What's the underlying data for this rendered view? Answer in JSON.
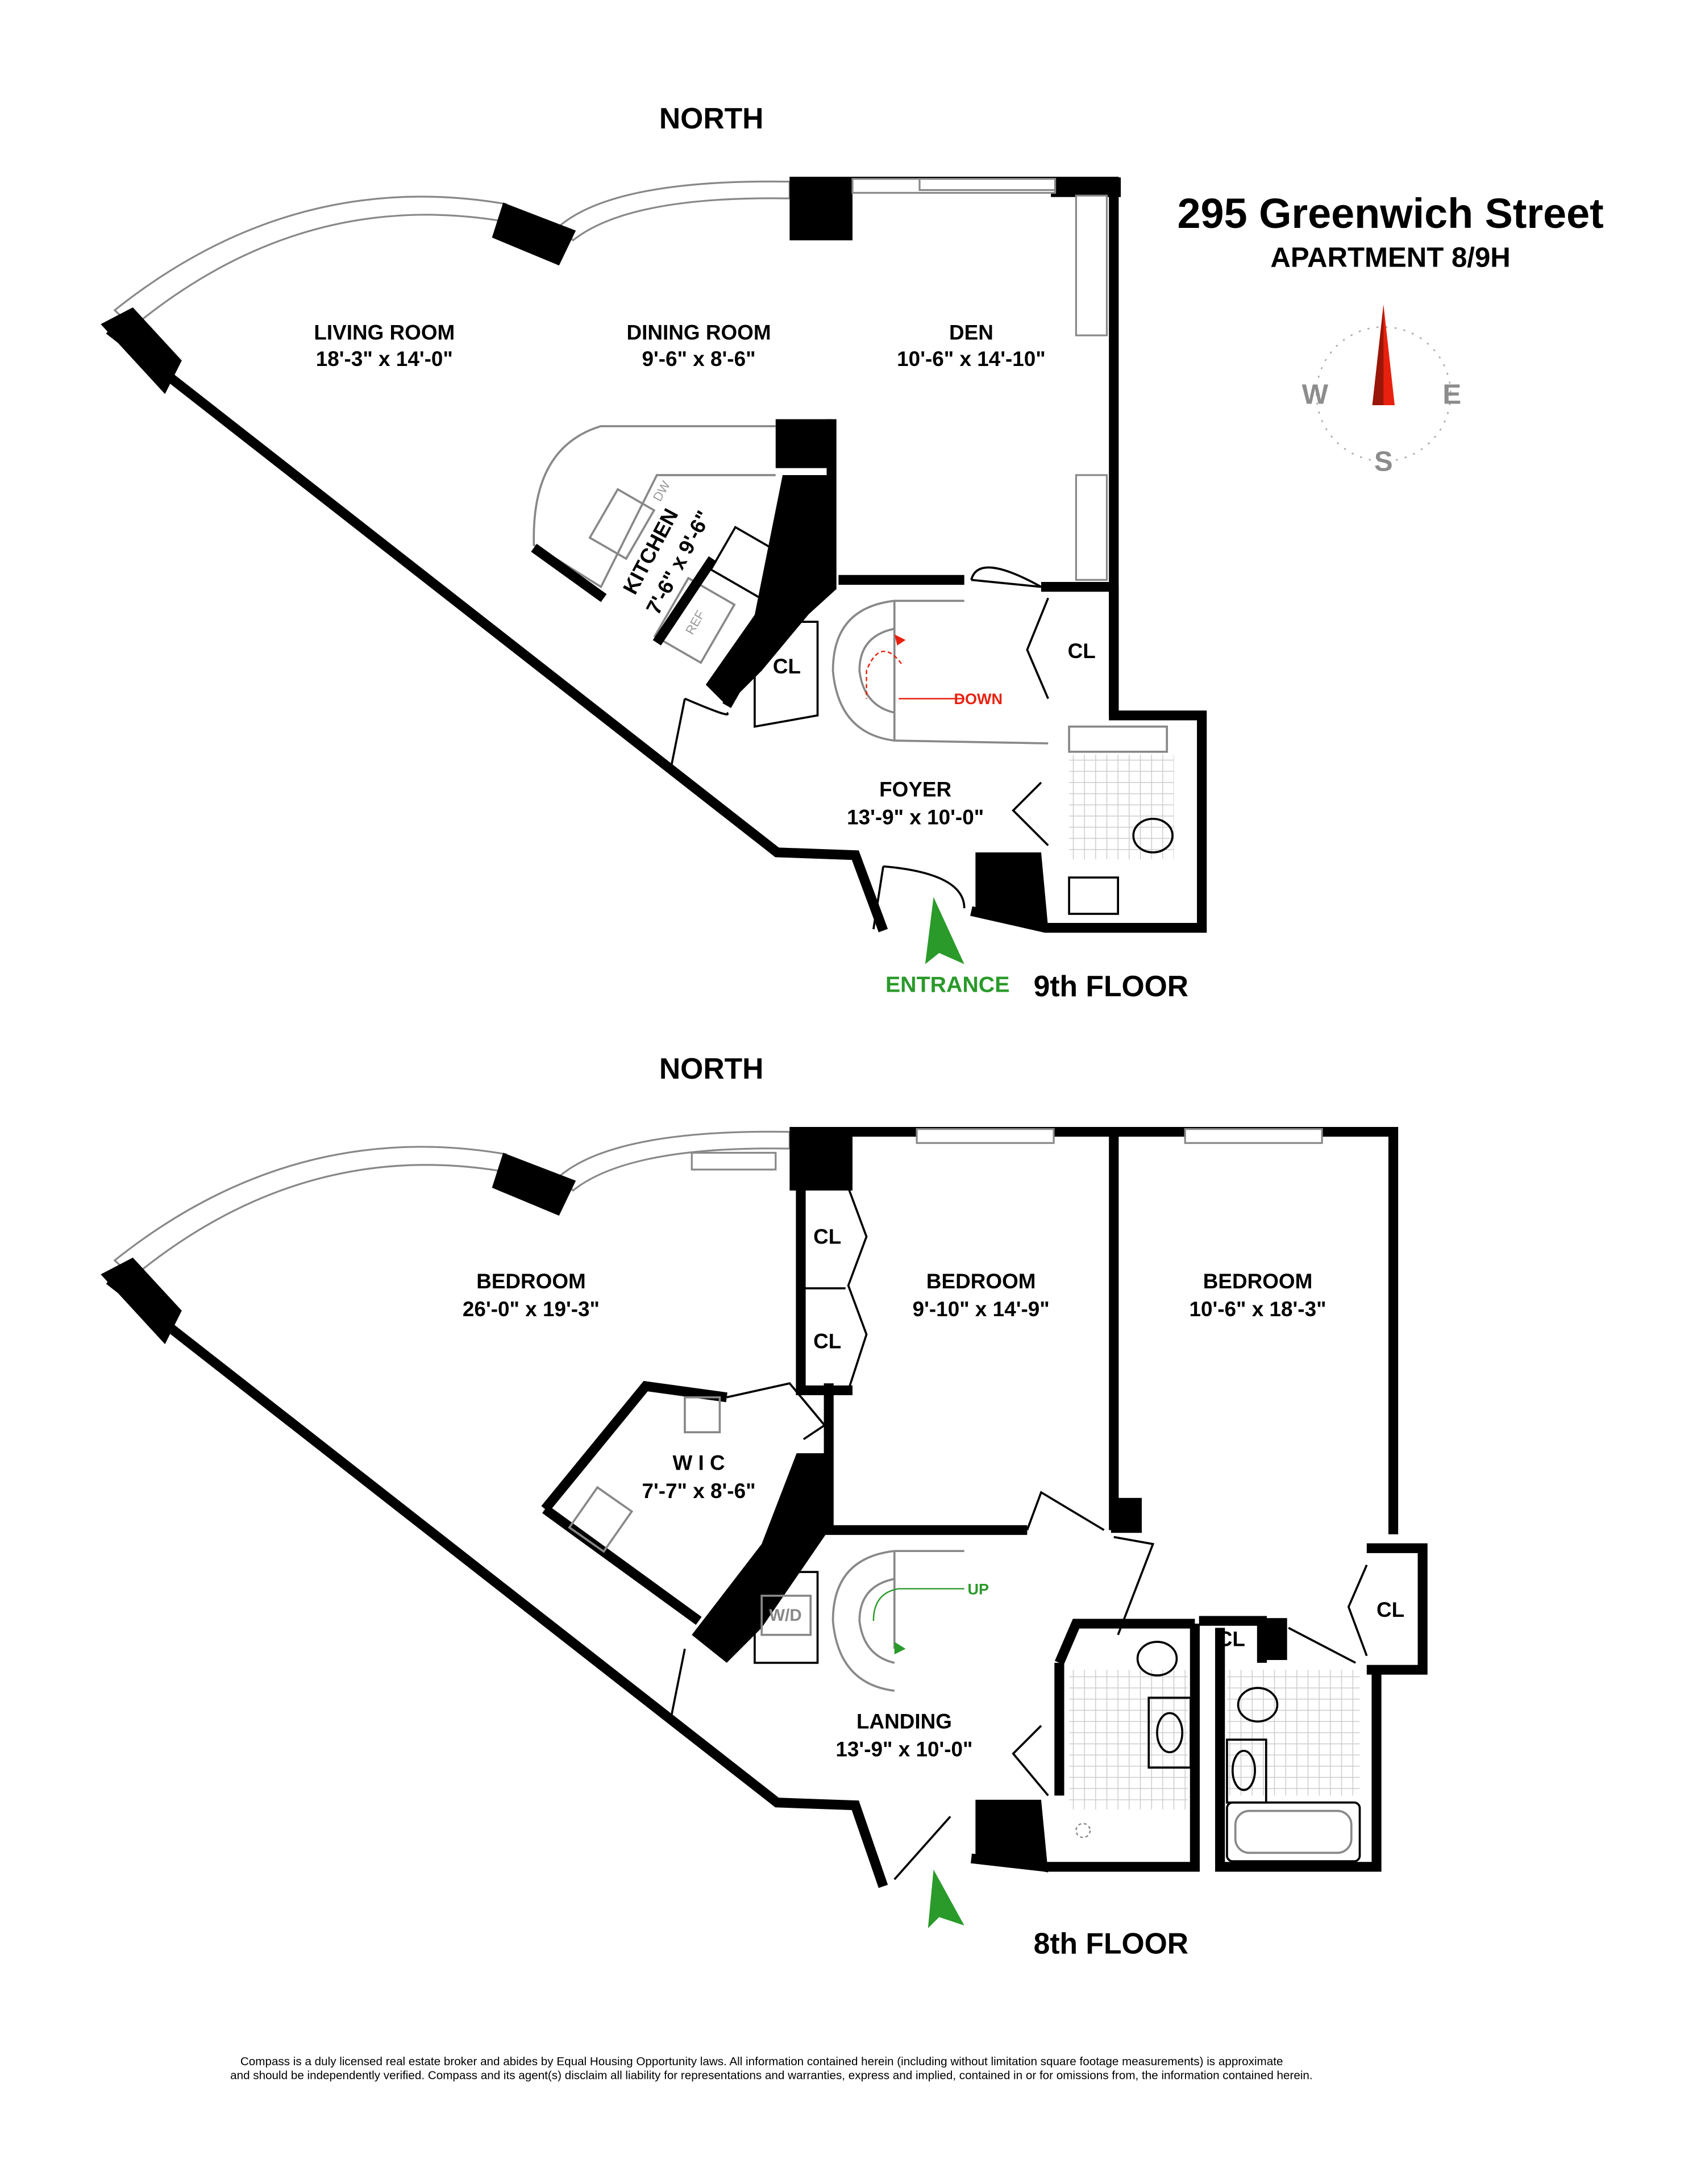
{
  "title": {
    "address": "295 Greenwich Street",
    "apartment": "APARTMENT 8/9H"
  },
  "compass": {
    "labels": {
      "w": "W",
      "e": "E",
      "s": "S"
    },
    "needle_color": "#e8210f",
    "label_color": "#8c8c8c"
  },
  "floor9": {
    "north": "NORTH",
    "floor_label": "9th FLOOR",
    "entrance": "ENTRANCE",
    "entrance_color": "#2a9a2a",
    "rooms": {
      "living": {
        "name": "LIVING ROOM",
        "dims": "18'-3\" x 14'-0\""
      },
      "dining": {
        "name": "DINING ROOM",
        "dims": "9'-6\" x 8'-6\""
      },
      "den": {
        "name": "DEN",
        "dims": "10'-6\" x 14'-10\""
      },
      "kitchen": {
        "name": "KITCHEN",
        "dims": "7'-6\" x 9'-6\""
      },
      "foyer": {
        "name": "FOYER",
        "dims": "13'-9\" x 10'-0\""
      },
      "cl1": "CL",
      "cl2": "CL"
    },
    "appliances": {
      "dw": "DW",
      "ref": "REF"
    },
    "stairs": {
      "label": "DOWN",
      "color": "#e8210f"
    }
  },
  "floor8": {
    "north": "NORTH",
    "floor_label": "8th FLOOR",
    "rooms": {
      "bedroom1": {
        "name": "BEDROOM",
        "dims": "26'-0\" x 19'-3\""
      },
      "bedroom2": {
        "name": "BEDROOM",
        "dims": "9'-10\" x 14'-9\""
      },
      "bedroom3": {
        "name": "BEDROOM",
        "dims": "10'-6\" x 18'-3\""
      },
      "wic": {
        "name": "W I C",
        "dims": "7'-7\" x 8'-6\""
      },
      "landing": {
        "name": "LANDING",
        "dims": "13'-9\" x 10'-0\""
      },
      "cl1": "CL",
      "cl2": "CL",
      "cl3": "CL",
      "cl4": "CL"
    },
    "appliances": {
      "wd": "W/D"
    },
    "stairs": {
      "label": "UP",
      "color": "#2a9a2a"
    }
  },
  "disclaimer": {
    "line1": "Compass is a duly licensed real estate broker and abides by Equal Housing Opportunity laws. All information contained herein (including without limitation square footage measurements) is approximate",
    "line2": "and should be independently verified. Compass and its agent(s) disclaim all liability for representations and warranties, express and implied, contained in or for omissions from, the information contained herein."
  }
}
